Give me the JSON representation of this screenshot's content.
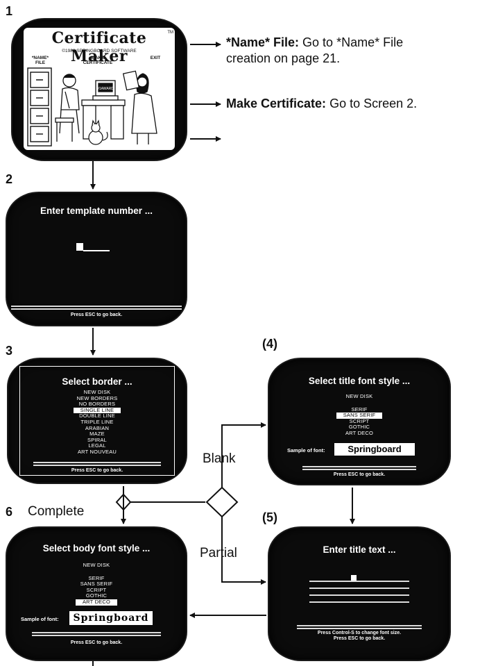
{
  "steps": {
    "s1": "1",
    "s2": "2",
    "s3": "3",
    "s4": "(4)",
    "s5": "(5)",
    "s6": "6"
  },
  "screen1": {
    "logo": "Certificate Maker",
    "tm": "TM",
    "copyright": "©1986 SPRINGBOARD SOFTWARE",
    "menu_name": "*NAME*\nFILE",
    "menu_make": "MAKE\nCERTIFICATE",
    "menu_exit": "EXIT",
    "award_text": "#1AWARD"
  },
  "callouts": {
    "name_file_bold": "*Name* File:",
    "name_file_rest_1": " Go to *Name* File",
    "name_file_rest_2": "creation on page 21.",
    "make_cert_bold": "Make Certificate:",
    "make_cert_rest": " Go to Screen 2."
  },
  "screen2": {
    "title": "Enter template number ...",
    "esc": "Press ESC to go back."
  },
  "screen3": {
    "title": "Select border ...",
    "items": [
      "NEW DISK",
      "NEW BORDERS",
      "NO BORDERS",
      "SINGLE LINE",
      "DOUBLE LINE",
      "TRIPLE LINE",
      "ARABIAN",
      "MAZE",
      "SPIRAL",
      "LEGAL",
      "ART NOUVEAU"
    ],
    "selected": "SINGLE LINE",
    "esc": "Press ESC to go back."
  },
  "screen4": {
    "title": "Select title font style ...",
    "items": [
      "NEW DISK",
      "SERIF",
      "SANS SERIF",
      "SCRIPT",
      "GOTHIC",
      "ART DECO"
    ],
    "selected": "SANS SERIF",
    "sample_label": "Sample of font:",
    "sample": "Springboard",
    "esc": "Press ESC to go back."
  },
  "screen5": {
    "title": "Enter title text ...",
    "esc_1": "Press Control-S to change font size.",
    "esc_2": "Press ESC to go back."
  },
  "screen6": {
    "title": "Select body font style ...",
    "items": [
      "NEW DISK",
      "SERIF",
      "SANS SERIF",
      "SCRIPT",
      "GOTHIC",
      "ART DECO"
    ],
    "selected": "ART DECO",
    "sample_label": "Sample of font:",
    "sample": "Springboard",
    "esc": "Press ESC to go back."
  },
  "flow_labels": {
    "blank": "Blank",
    "partial": "Partial",
    "complete": "Complete"
  }
}
